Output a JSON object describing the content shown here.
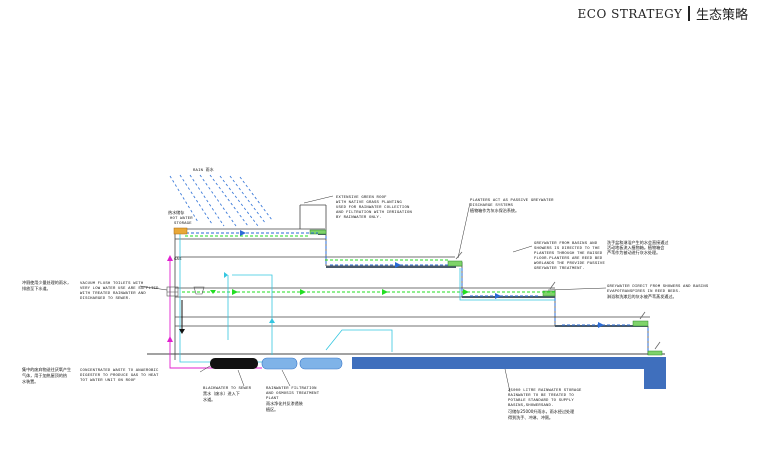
{
  "header": {
    "title": "ECO STRATEGY",
    "subtitle_cn": "生态策略"
  },
  "diagram": {
    "rain_label": "RAIN 雨水",
    "hot_water_storage": [
      "热水储存",
      "HOT WATER",
      "STORAGE"
    ],
    "gas_label": "GAS",
    "annotations": {
      "green_roof": [
        "EXTENSIVE GREEN ROOF",
        "WITH NATIVE GRASS PLANTING",
        "USED FOR RAINWATER COLLECTION",
        "AND FILTRATION WITH IRRIGATION",
        "BY RAINWATER ONLY."
      ],
      "planters": [
        "PLANTERS ACT AS PASSIVE GREYWATER",
        "DISCHARGE SYSTEMS",
        "植物箱作为灰水保治系统。"
      ],
      "greywater_basins": [
        "GREYWATER FROM BASINS AND",
        "SHOWERS IS DIRECTED TO THE",
        "PLANTERS THROUGH THE RAISED",
        "FLOOR.PLANTERS ARE REED BED",
        "WORLANDS THE PROVIDE PASSIVE",
        "GREYWATER TREATMENT."
      ],
      "greywater_basins_cn": [
        "洗手盆和淋浴产生的水会直接通过",
        "活动地板流入植物箱。植物箱会",
        "芦苇作为被动进行灰水处理。"
      ],
      "greywater_direct": [
        "GREYWATER DIRECT FROM SHOWERS AND BASINS",
        "EVAPOTRANSPIRES IN REED BEDS.",
        "淋浴和洗漱后的灰水被芦苇蒸发通过。"
      ],
      "vacuum_cn": [
        "冲厕使用少量处理的雨水，",
        "排放至下水道。"
      ],
      "vacuum": [
        "VACUUM FLUSH TOILETS WITH",
        "VERY LOW WATER USE ARE SUPPLIED",
        "WITH TREATED RAINWATER AND",
        "DISCHARGED TO SEWER."
      ],
      "anaerobic_cn": [
        "集中的废弃物送往厌氧产生",
        "气体，用于加热屋顶的热",
        "水装置。"
      ],
      "anaerobic": [
        "CONCENTRATED WASTE TO ANAEROBIC",
        "DIGESTER TO PRODUCE GAS TO HEAT",
        "TOT WATER UNIT ON ROOF"
      ],
      "blackwater": [
        "BLACKWATER TO SEWER",
        "黑水（废水）进入下",
        "水道。"
      ],
      "filtration": [
        "RAINWATER FILTRATION",
        "AND OSMOSIS TREATMENT",
        "PLANT",
        "雨水净化并反渗透装",
        "植区。"
      ],
      "storage": [
        "25000 LITRE RAINWATER STORAGE",
        "RAINWATER TO BE TREATED TO",
        "POTABLE STANDARD TO SUPPLY",
        "BASINS,SHOWERSAND.",
        "可储存25000升雨水，雨水经过处理",
        "得到洗手、冲淋、冲厕。"
      ]
    }
  }
}
